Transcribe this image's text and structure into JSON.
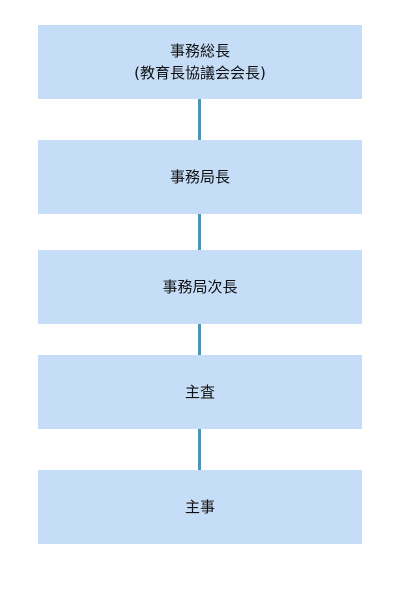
{
  "org_chart": {
    "colors": {
      "box_fill": "#c6ddf8",
      "connector": "#3d98c2",
      "text": "#111111"
    },
    "nodes": [
      {
        "label": "事務総長",
        "sublabel": "(教育長協議会会長)"
      },
      {
        "label": "事務局長"
      },
      {
        "label": "事務局次長"
      },
      {
        "label": "主査"
      },
      {
        "label": "主事"
      }
    ]
  }
}
